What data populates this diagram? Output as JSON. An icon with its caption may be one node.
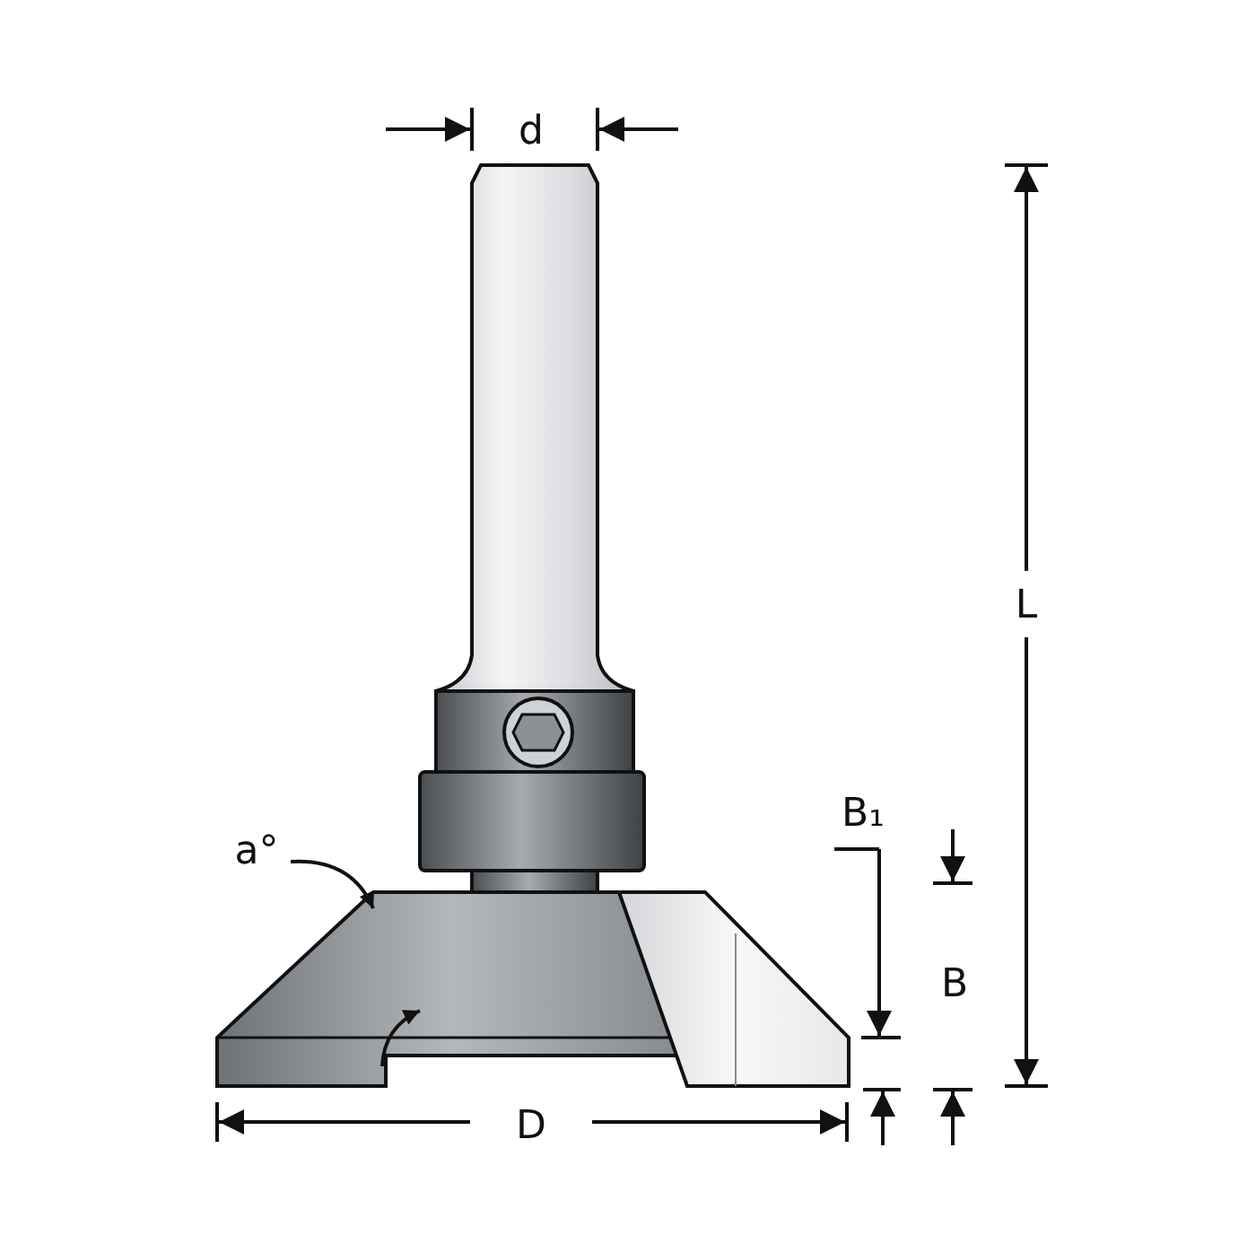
{
  "diagram": {
    "nodes": [
      {
        "text": [
          "a°"
        ]
      },
      {
        "text": [],
        "shape": "picture"
      }
    ],
    "edges": [
      {
        "from": 0,
        "to": 1,
        "arrow": "to"
      },
      {
        "from": null,
        "to": 1,
        "arrow": "to"
      }
    ],
    "labels": [
      "d",
      "L",
      "B₁",
      "B",
      "D"
    ]
  }
}
